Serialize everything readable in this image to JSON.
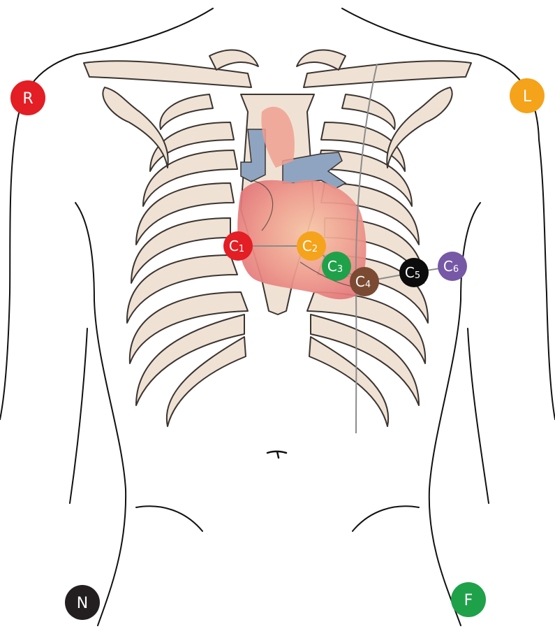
{
  "limb_electrodes": [
    {
      "id": "R",
      "label": "R",
      "color": "#e31e24"
    },
    {
      "id": "L",
      "label": "L",
      "color": "#f5a31a"
    },
    {
      "id": "N",
      "label": "N",
      "color": "#231f20"
    },
    {
      "id": "F",
      "label": "F",
      "color": "#1fa14a"
    }
  ],
  "chest_electrodes": [
    {
      "id": "C1",
      "letter": "C",
      "num": "1",
      "color": "#e31e24"
    },
    {
      "id": "C2",
      "letter": "C",
      "num": "2",
      "color": "#f5a31a"
    },
    {
      "id": "C3",
      "letter": "C",
      "num": "3",
      "color": "#1fa14a"
    },
    {
      "id": "C4",
      "letter": "C",
      "num": "4",
      "color": "#7b4a33"
    },
    {
      "id": "C5",
      "letter": "C",
      "num": "5",
      "color": "#0c0c0c"
    },
    {
      "id": "C6",
      "letter": "C",
      "num": "6",
      "color": "#7658a6"
    }
  ],
  "colors": {
    "bone_fill": "#efe2d4",
    "bone_stroke": "#3b3430",
    "heart": "#ef8a86",
    "vessels": "#8fa4c0",
    "body_outline": "#111111",
    "guide_line": "#8c8c8c"
  }
}
